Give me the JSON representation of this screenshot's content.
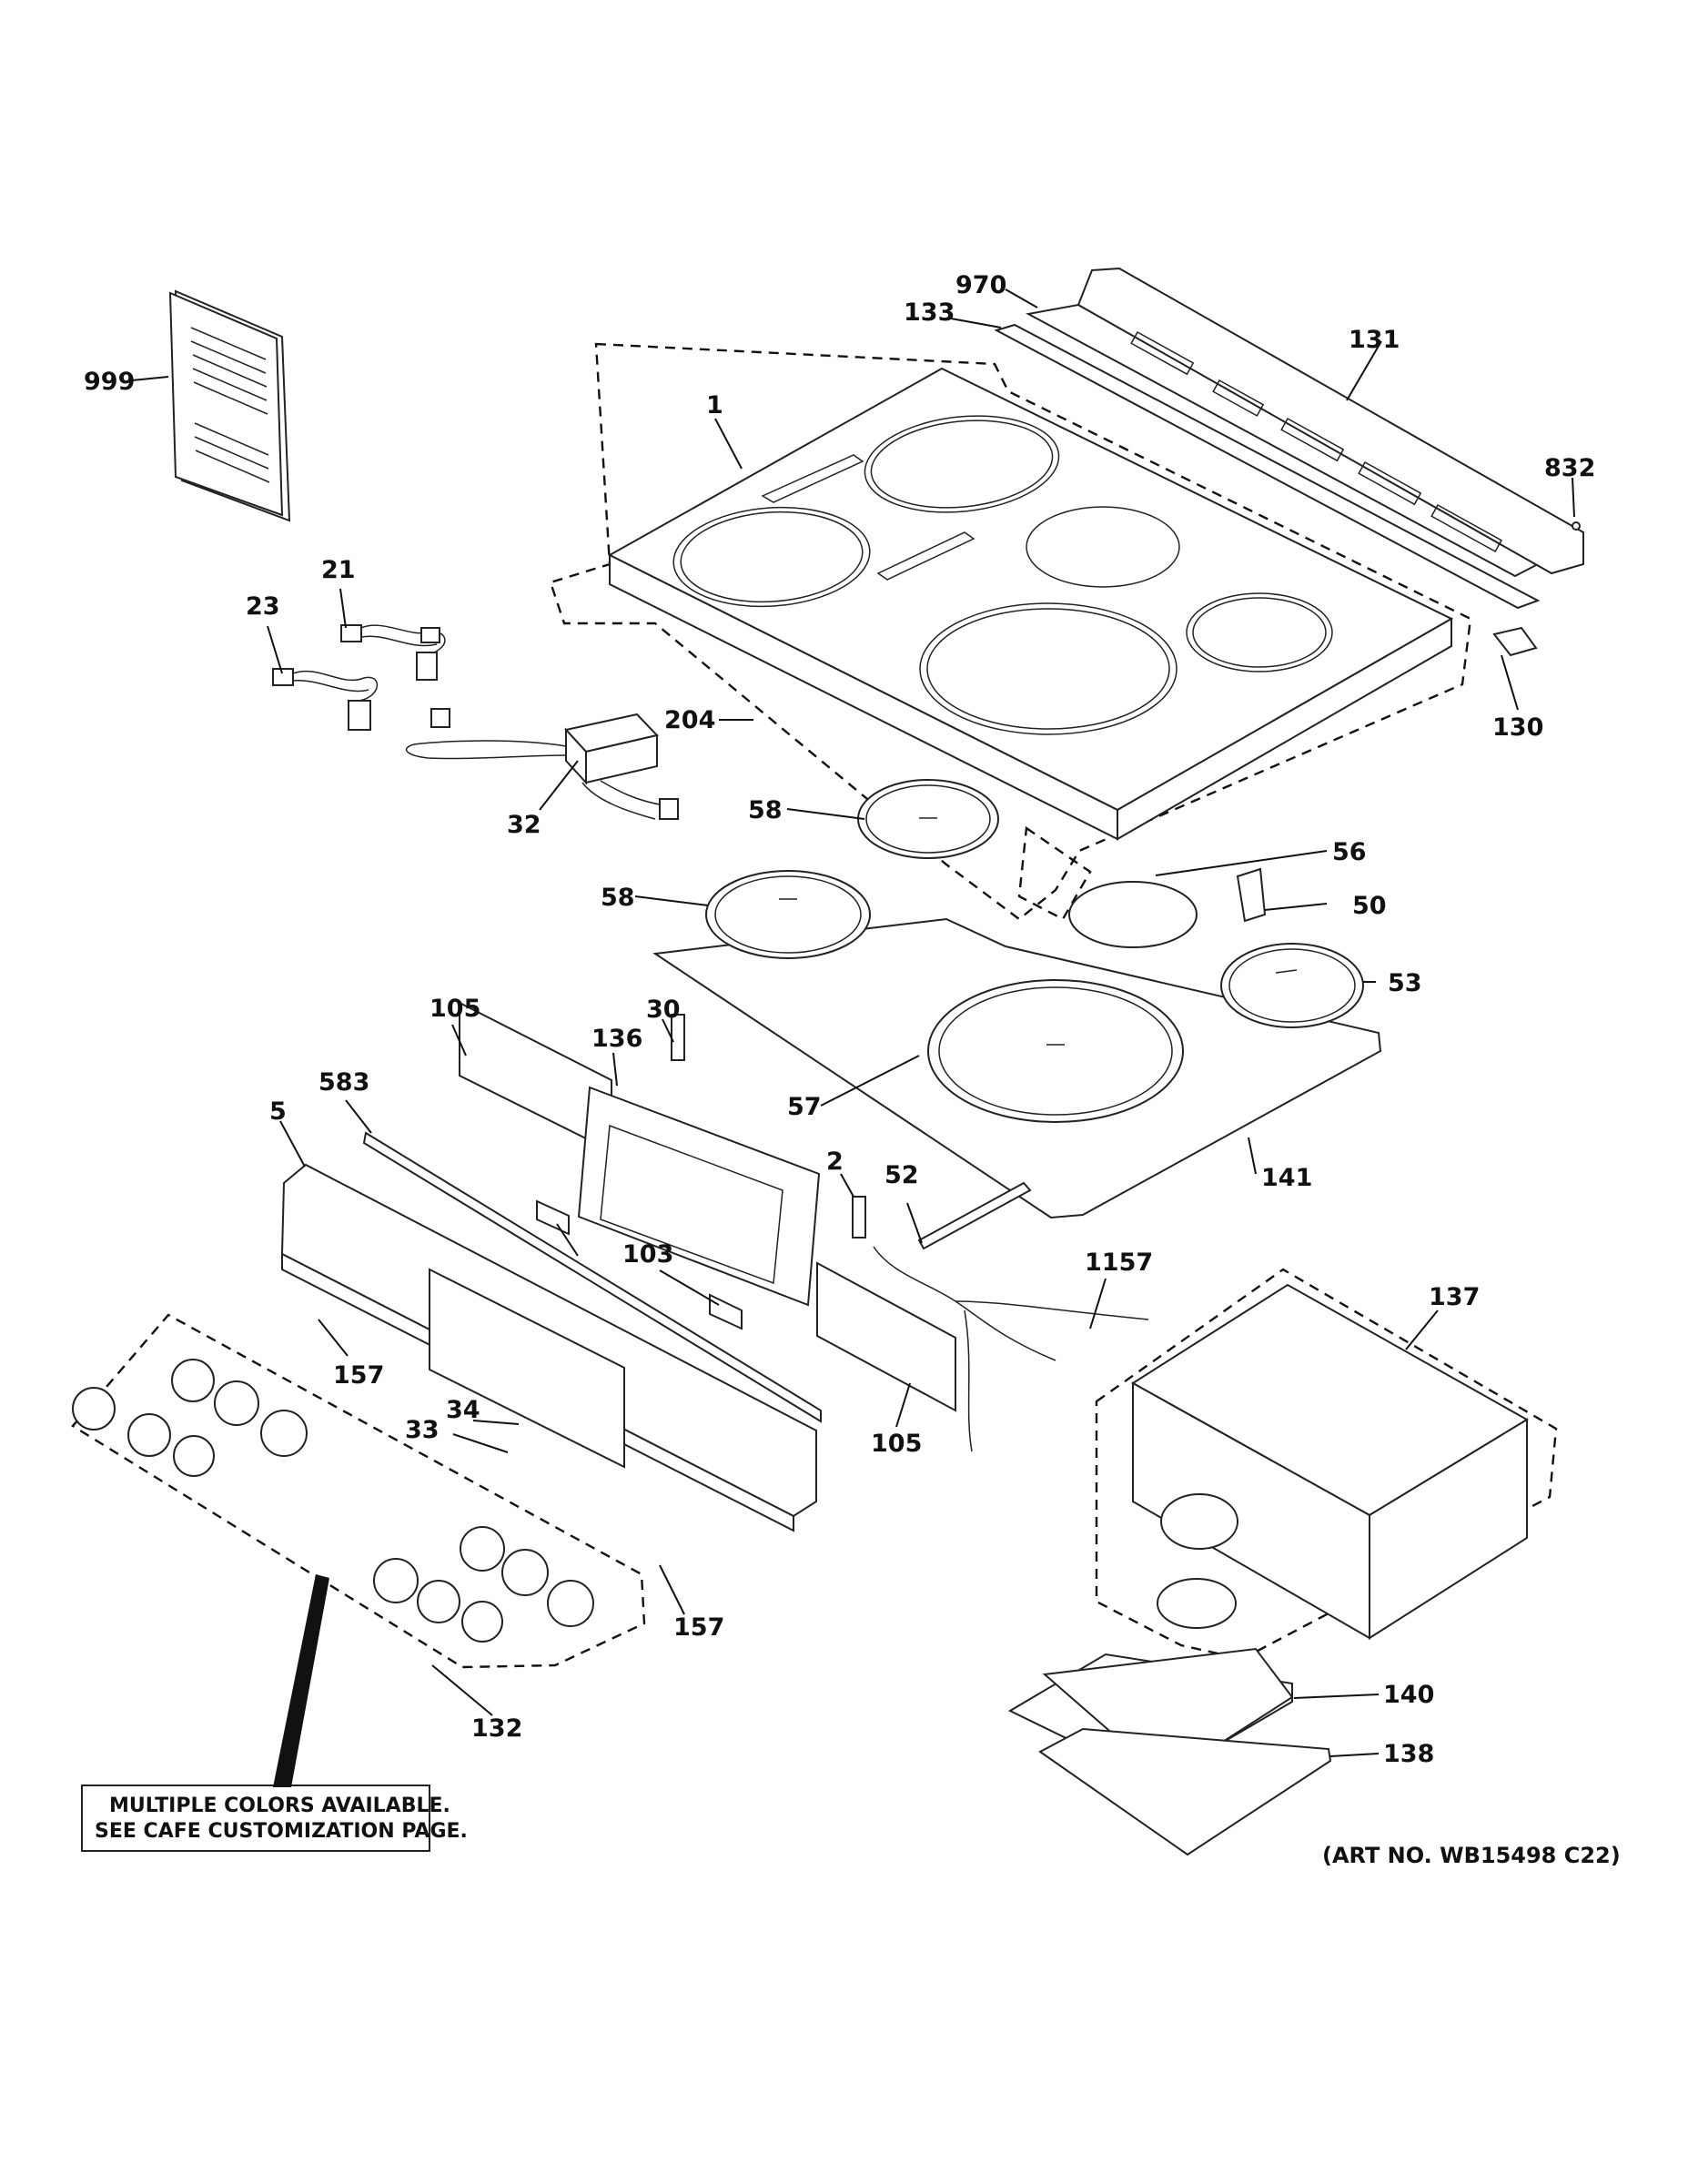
{
  "callouts": {
    "c999": "999",
    "c21": "21",
    "c23": "23",
    "c32": "32",
    "c204": "204",
    "c1": "1",
    "c970": "970",
    "c133": "133",
    "c131": "131",
    "c832": "832",
    "c130": "130",
    "c58a": "58",
    "c58b": "58",
    "c56": "56",
    "c50": "50",
    "c53": "53",
    "c57": "57",
    "c141": "141",
    "c105a": "105",
    "c136": "136",
    "c30": "30",
    "c583": "583",
    "c5": "5",
    "c2": "2",
    "c52": "52",
    "c103": "103",
    "c1157": "1157",
    "c137": "137",
    "c157a": "157",
    "c34": "34",
    "c33": "33",
    "c105b": "105",
    "c157b": "157",
    "c132": "132",
    "c140": "140",
    "c138": "138"
  },
  "note": {
    "line1": "MULTIPLE COLORS AVAILABLE.",
    "line2": "SEE CAFE CUSTOMIZATION PAGE."
  },
  "art_number": "(ART NO. WB15498 C22)"
}
